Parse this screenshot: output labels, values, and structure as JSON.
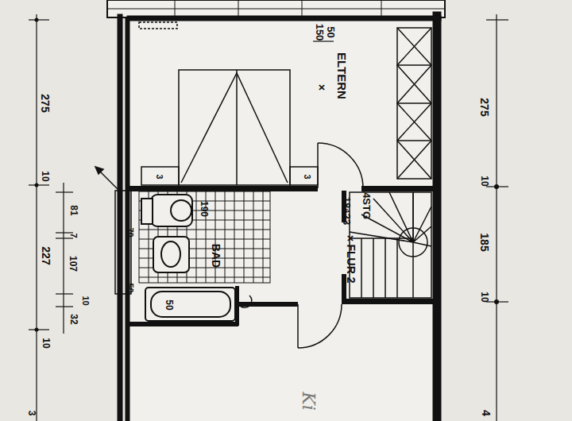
{
  "diagram": {
    "labels": [
      "150",
      "50",
      "ELTERN",
      "×",
      "3",
      "3",
      "190",
      "14STG",
      "18⁴23",
      "×",
      "FLUR 2",
      "BAD",
      "70",
      "50",
      "50",
      "275",
      "10",
      "81",
      "7",
      "227",
      "107",
      "10",
      "32",
      "10",
      "275",
      "10",
      "185",
      "10",
      "4",
      "Ki",
      "3"
    ]
  }
}
